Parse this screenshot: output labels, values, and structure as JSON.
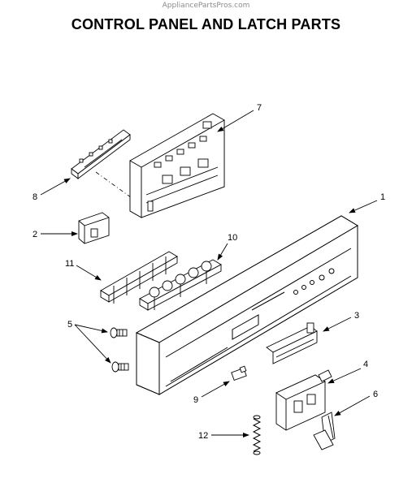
{
  "header": {
    "watermark": "AppliancePartsPros.com",
    "title": "CONTROL PANEL AND LATCH PARTS"
  },
  "callouts": [
    {
      "id": "callout-1",
      "label": "1"
    },
    {
      "id": "callout-2",
      "label": "2"
    },
    {
      "id": "callout-3",
      "label": "3"
    },
    {
      "id": "callout-4",
      "label": "4"
    },
    {
      "id": "callout-5",
      "label": "5"
    },
    {
      "id": "callout-6",
      "label": "6"
    },
    {
      "id": "callout-7",
      "label": "7"
    },
    {
      "id": "callout-8",
      "label": "8"
    },
    {
      "id": "callout-9",
      "label": "9"
    },
    {
      "id": "callout-10",
      "label": "10"
    },
    {
      "id": "callout-11",
      "label": "11"
    },
    {
      "id": "callout-12",
      "label": "12"
    }
  ]
}
